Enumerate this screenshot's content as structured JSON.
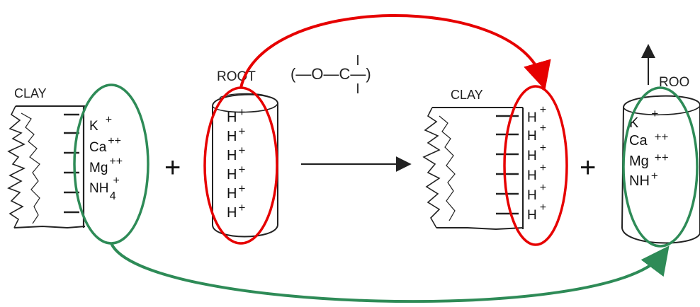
{
  "labels": {
    "clay_left": "CLAY",
    "root_middle": "ROOT",
    "clay_right": "CLAY",
    "root_right": "ROO",
    "formula": "(—O—C—)",
    "plus": "+"
  },
  "left_clay_ions": [
    {
      "sym": "K",
      "charge": "+"
    },
    {
      "sym": "Ca",
      "charge": "++"
    },
    {
      "sym": "Mg",
      "charge": "++"
    },
    {
      "sym": "NH",
      "sub": "4",
      "charge": "+"
    }
  ],
  "root_h_ions": [
    "H",
    "H",
    "H",
    "H",
    "H",
    "H"
  ],
  "root_h_charge": "+",
  "right_clay_h_ions": [
    "H",
    "H",
    "H",
    "H",
    "H",
    "H"
  ],
  "right_clay_h_charge": "+",
  "right_root_ions": [
    {
      "sym": "K",
      "charge": "+"
    },
    {
      "sym": "Ca",
      "charge": "++"
    },
    {
      "sym": "Mg",
      "charge": "++"
    },
    {
      "sym": "NH",
      "charge": "+"
    }
  ],
  "colors": {
    "red_arrow": "#e60000",
    "green_arrow": "#2e8b57",
    "ink": "#222222"
  }
}
